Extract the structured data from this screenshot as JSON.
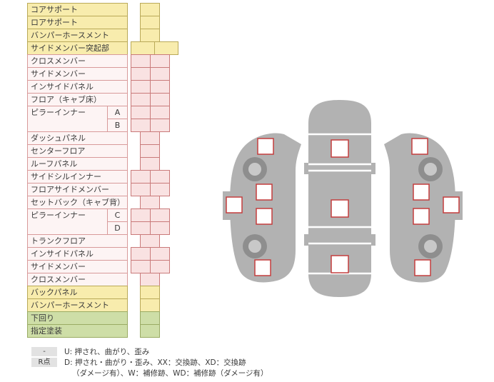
{
  "table": {
    "rows": [
      {
        "label": "コアサポート"
      },
      {
        "label": "ロアサポート"
      },
      {
        "label": "バンパーホースメント"
      },
      {
        "label": "サイドメンバー突起部"
      },
      {
        "label": "クロスメンバー"
      },
      {
        "label": "サイドメンバー"
      },
      {
        "label": "インサイドパネル"
      },
      {
        "label": "フロア（キャブ床）"
      },
      {
        "label": "ピラーインナー",
        "sub": "A"
      },
      {
        "label": "",
        "sub": "B"
      },
      {
        "label": "ダッシュパネル"
      },
      {
        "label": "センターフロア"
      },
      {
        "label": "ルーフパネル"
      },
      {
        "label": "サイドシルインナー"
      },
      {
        "label": "フロアサイドメンバー"
      },
      {
        "label": "セットバック（キャブ背）"
      },
      {
        "label": "ピラーインナー",
        "sub": "C"
      },
      {
        "label": "",
        "sub": "D"
      },
      {
        "label": "トランクフロア"
      },
      {
        "label": "インサイドパネル"
      },
      {
        "label": "サイドメンバー"
      },
      {
        "label": "クロスメンバー"
      },
      {
        "label": "バックパネル"
      },
      {
        "label": "バンパーホースメント"
      },
      {
        "label": "下回り"
      },
      {
        "label": "指定塗装"
      }
    ]
  },
  "diagram": {
    "views": [
      "side-left",
      "top",
      "side-right"
    ],
    "marker_count": 13,
    "wheel_count": 4
  },
  "legend": {
    "row1_badge": "-",
    "row1_text": "U: 押され、曲がり、歪み",
    "row2_badge": "R点",
    "row2_text": "D: 押され・曲がり・歪み、XX：交換跡、XD：交換跡",
    "row3_text": "（ダメージ有）、W：補修跡、WD：補修跡（ダメージ有）"
  },
  "colors": {
    "yellow_bg": "#F8ECAD",
    "yellow_border": "#B9A958",
    "pink_label_bg": "#FDF4F4",
    "pink_label_border": "#D89A9A",
    "pink_cell_bg": "#F9E2E2",
    "pink_cell_border": "#C97A7A",
    "green_bg": "#CEDEA7",
    "green_border": "#9AAB64",
    "car_gray": "#B2B2B2",
    "wheel_gray": "#8E8E8E",
    "marker_border": "#C43D3D",
    "marker_fill": "#FFFFFF",
    "legend_badge_bg": "#E2E2E2"
  }
}
